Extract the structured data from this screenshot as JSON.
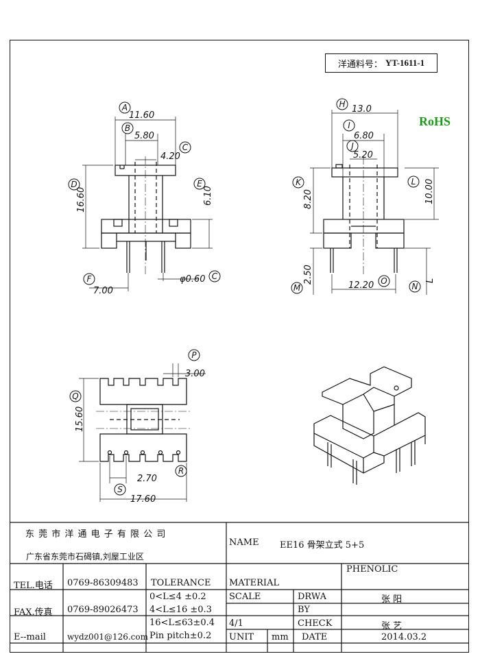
{
  "part_number": {
    "label": "洋通料号：",
    "value": "YT-1611-1"
  },
  "rohs": "RoHS",
  "dimensions": {
    "A": "11.60",
    "B": "5.80",
    "C": "4.20",
    "D": "16.60",
    "E": "6.10",
    "F": "7.00",
    "pin": "φ0.60",
    "H": "13.0",
    "I": "6.80",
    "J": "5.20",
    "K": "8.20",
    "L": "10.00",
    "M": "2.50",
    "O": "12.20",
    "N": "L",
    "P": "3.00",
    "Q": "15.60",
    "R": "2.70",
    "S": "17.60"
  },
  "markers": [
    "A",
    "B",
    "C",
    "D",
    "E",
    "F",
    "C",
    "H",
    "I",
    "J",
    "K",
    "L",
    "M",
    "O",
    "N",
    "P",
    "Q",
    "R",
    "S"
  ],
  "title_block": {
    "company": "东 莞 市 洋 通 电 子 有 限 公 司",
    "address": "广东省东莞市石碣镇,刘屋工业区",
    "name_label": "NAME",
    "name_value": "EE16 骨架立式 5+5",
    "tel_label": "TEL.电话",
    "tel_value": "0769-86309483",
    "fax_label": "FAX.传真",
    "fax_value": "0769-89026473",
    "email_label": "E--mail",
    "email_value": "wydz001@126.com",
    "tolerance_label": "TOLERANCE",
    "tolerance_lines": [
      "0<L≤4   ±0.2",
      "4<L≤16  ±0.3",
      "16<L≤63±0.4",
      "Pin pitch±0.2"
    ],
    "material_label": "MATERIAL",
    "material_value": "PHENOLIC",
    "scale_label": "SCALE",
    "scale_value": "4/1",
    "drwa_label": "DRWA",
    "by_label": "BY",
    "drwa_value": "张 阳",
    "check_label": "CHECK",
    "check_value": "张 艺",
    "unit_label": "UNIT",
    "unit_value": "mm",
    "date_label": "DATE",
    "date_value": "2014.03.2"
  }
}
